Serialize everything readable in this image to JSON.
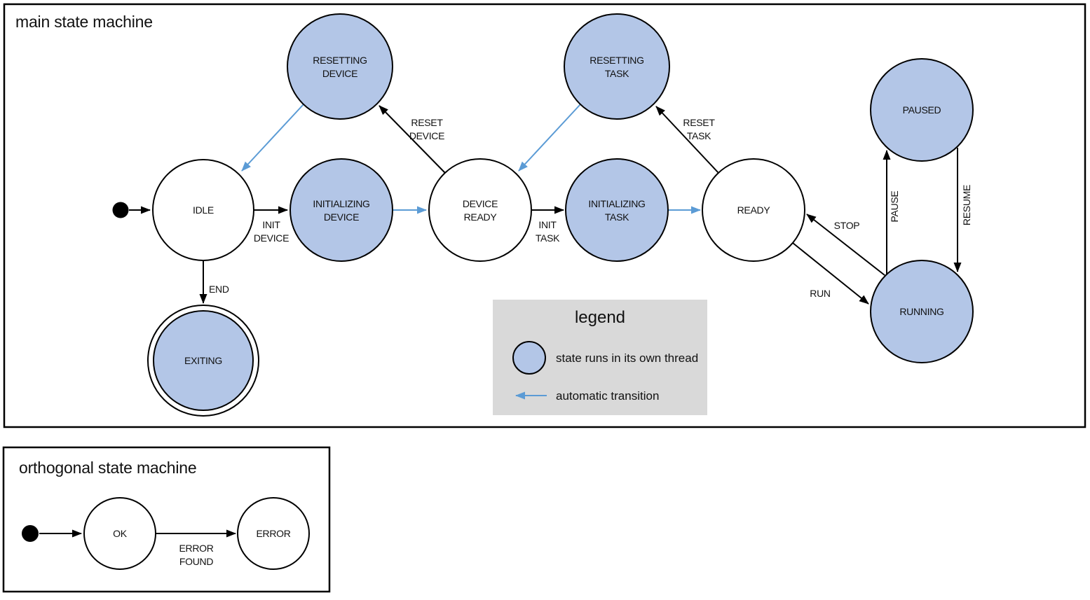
{
  "colors": {
    "state_fill": "#b3c6e7",
    "auto_transition": "#5b9bd5",
    "legend_bg": "#d9d9d9",
    "stroke": "#000000"
  },
  "main": {
    "title": "main state machine",
    "states": {
      "idle": {
        "label": "IDLE",
        "threaded": false
      },
      "resetting_device": {
        "line1": "RESETTING",
        "line2": "DEVICE",
        "threaded": true
      },
      "initializing_device": {
        "line1": "INITIALIZING",
        "line2": "DEVICE",
        "threaded": true
      },
      "device_ready": {
        "line1": "DEVICE",
        "line2": "READY",
        "threaded": false
      },
      "resetting_task": {
        "line1": "RESETTING",
        "line2": "TASK",
        "threaded": true
      },
      "initializing_task": {
        "line1": "INITIALIZING",
        "line2": "TASK",
        "threaded": true
      },
      "ready": {
        "label": "READY",
        "threaded": false
      },
      "paused": {
        "label": "PAUSED",
        "threaded": true
      },
      "running": {
        "label": "RUNNING",
        "threaded": true
      },
      "exiting": {
        "label": "EXITING",
        "threaded": true,
        "final": true
      }
    },
    "transitions": {
      "init_device": {
        "line1": "INIT",
        "line2": "DEVICE"
      },
      "reset_device": {
        "line1": "RESET",
        "line2": "DEVICE"
      },
      "init_task": {
        "line1": "INIT",
        "line2": "TASK"
      },
      "reset_task": {
        "line1": "RESET",
        "line2": "TASK"
      },
      "end": {
        "label": "END"
      },
      "run": {
        "label": "RUN"
      },
      "stop": {
        "label": "STOP"
      },
      "pause": {
        "label": "PAUSE"
      },
      "resume": {
        "label": "RESUME"
      }
    }
  },
  "legend": {
    "title": "legend",
    "threaded_label": "state runs in its own thread",
    "auto_label": "automatic transition"
  },
  "orthogonal": {
    "title": "orthogonal state machine",
    "states": {
      "ok": {
        "label": "OK"
      },
      "error": {
        "label": "ERROR"
      }
    },
    "transitions": {
      "error_found": {
        "line1": "ERROR",
        "line2": "FOUND"
      }
    }
  }
}
